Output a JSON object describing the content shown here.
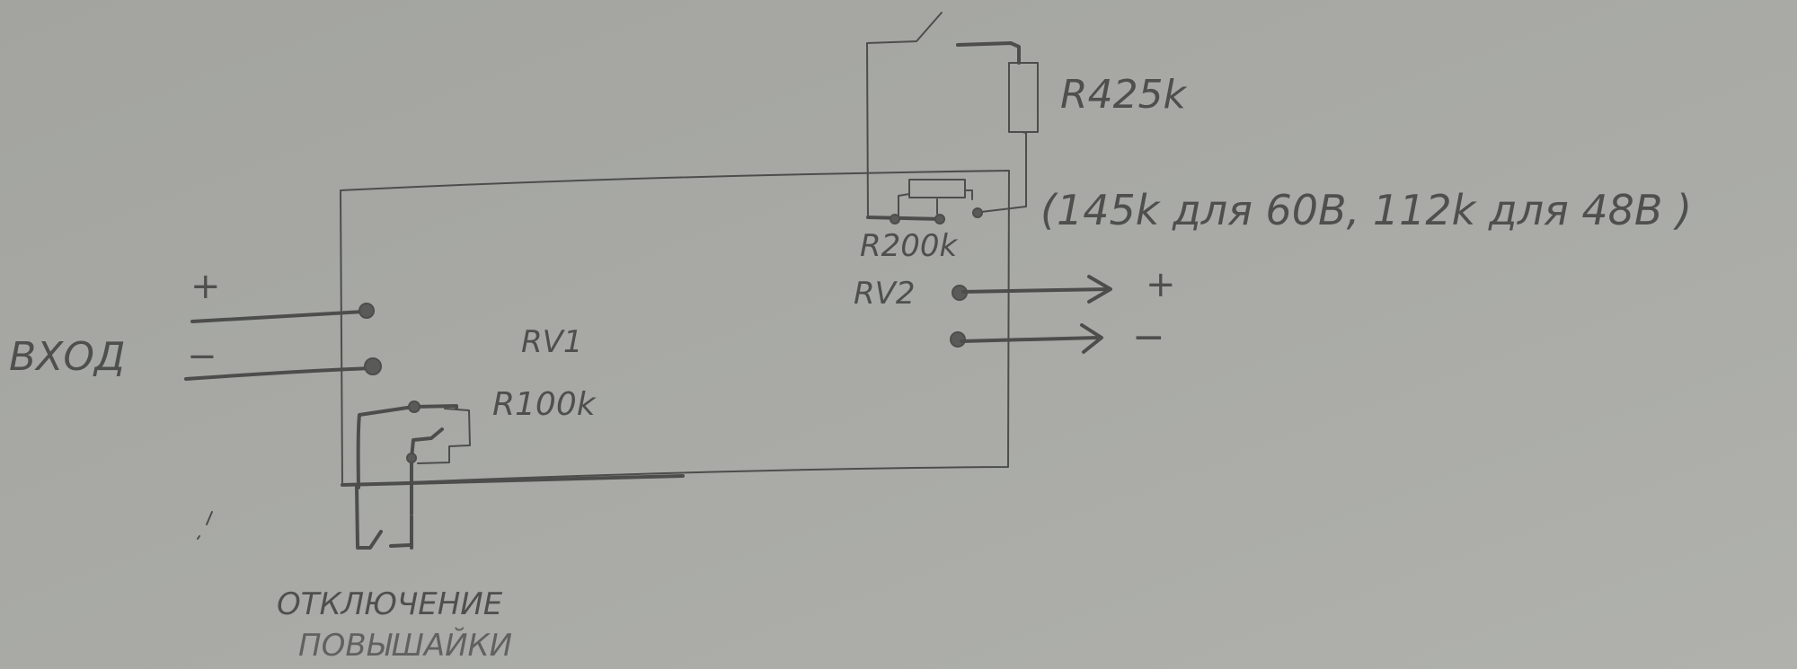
{
  "colors": {
    "paper": "#a7a8a4",
    "pencil": "#4d4e4c"
  },
  "labels": {
    "input": "ВХОД",
    "input_plus": "+",
    "input_minus": "−",
    "rv1": "RV1",
    "rv1_value": "R100k",
    "disable_line1": "ОТКЛЮЧЕНИЕ",
    "disable_line2": "ПОВЫШАЙКИ",
    "r4": "R425k",
    "r2": "R200k",
    "rv2": "RV2",
    "out_plus": "+",
    "out_minus": "−",
    "note": "(145k для 60В, 112k для 48В )"
  }
}
